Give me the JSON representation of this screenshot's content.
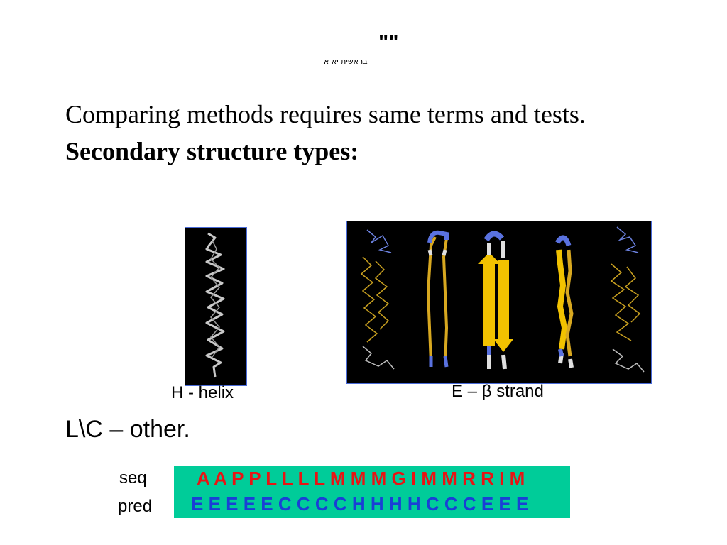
{
  "header": {
    "quote_mark": "\"\"",
    "verse": "בראשית יא א"
  },
  "body": {
    "line1": "Comparing methods requires same terms and tests.",
    "line2": "Secondary structure types:",
    "helix_label": "H - helix",
    "strand_label": "E – β strand",
    "other_line": "L\\C – other."
  },
  "sequence": {
    "seq_label": "seq",
    "pred_label": "pred",
    "seq_text": "A A P P L L L L M M M G I M M R R I M",
    "pred_text": "E E E E E C C C C H H H H C C C E E E"
  },
  "colors": {
    "seq_box": "#00cc99",
    "seq_text": "#e81414",
    "pred_text": "#1a3fd6",
    "image_border": "#4a6bd8",
    "strand_yellow": "#f2c200"
  }
}
